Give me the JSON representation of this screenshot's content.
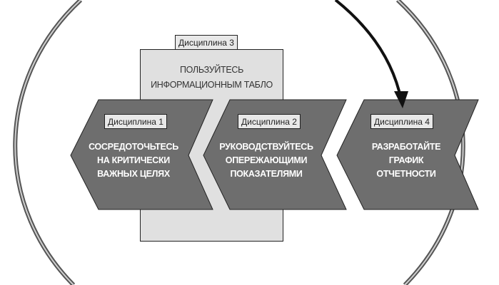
{
  "disciplines": [
    {
      "tag": "Дисциплина 1",
      "line1": "СОСРЕДОТОЧЬТЕСЬ",
      "line2": "НА КРИТИЧЕСКИ",
      "line3": "ВАЖНЫХ ЦЕЛЯХ"
    },
    {
      "tag": "Дисциплина 2",
      "line1": "РУКОВОДСТВУЙТЕСЬ",
      "line2": "ОПЕРЕЖАЮЩИМИ",
      "line3": "ПОКАЗАТЕЛЯМИ"
    },
    {
      "tag": "Дисциплина 3",
      "line1": "ПОЛЬЗУЙТЕСЬ",
      "line2": "ИНФОРМАЦИОННЫМ ТАБЛО"
    },
    {
      "tag": "Дисциплина 4",
      "line1": "РАЗРАБОТАЙТЕ",
      "line2": "ГРАФИК",
      "line3": "ОТЧЕТНОСТИ"
    }
  ],
  "colors": {
    "chevron": "#6e6e6e",
    "board": "#e0e0e0",
    "ring": "#7a7a7a",
    "arrow": "#111111"
  }
}
